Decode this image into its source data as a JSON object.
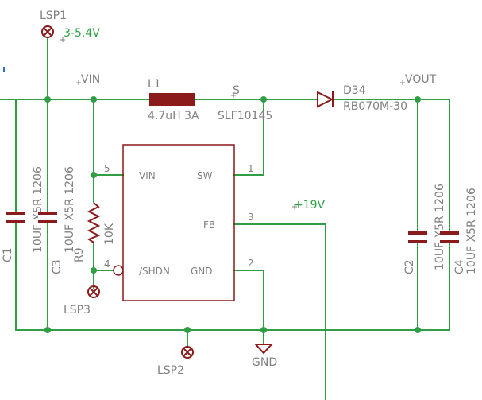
{
  "testpoints": {
    "lsp1": "LSP1",
    "lsp2": "LSP2",
    "lsp3": "LSP3"
  },
  "nets": {
    "input_voltage": "3-5.4V",
    "vin": "VIN",
    "vout": "VOUT",
    "sw": "S",
    "fb_voltage": "+19V",
    "gnd": "GND"
  },
  "inductor": {
    "ref": "L1",
    "value": "4.7uH 3A",
    "part": "SLF10145"
  },
  "diode": {
    "ref": "D34",
    "part": "RB070M-30"
  },
  "resistor": {
    "ref": "R9",
    "value": "10K"
  },
  "capacitors": [
    {
      "ref": "C1",
      "value": "10UF X5R 1206"
    },
    {
      "ref": "C3",
      "value": "10UF X5R 1206"
    },
    {
      "ref": "C2",
      "value": "10UF X5R 1206"
    },
    {
      "ref": "C4",
      "value": "10UF X5R 1206"
    }
  ],
  "ic": {
    "pins": [
      {
        "num": "5",
        "name": "VIN"
      },
      {
        "num": "4",
        "name": "/SHDN"
      },
      {
        "num": "1",
        "name": "SW"
      },
      {
        "num": "3",
        "name": "FB"
      },
      {
        "num": "2",
        "name": "GND"
      }
    ]
  },
  "colors": {
    "wire": "#2f9e44",
    "part": "#8b1a1a",
    "label": "#808080"
  }
}
